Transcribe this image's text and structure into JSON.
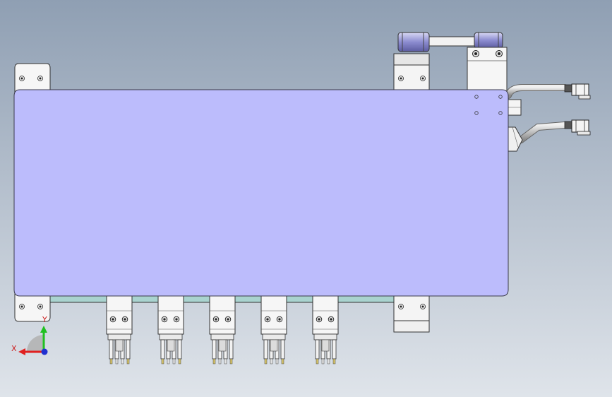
{
  "viewport": {
    "background_top": "#8f9fb3",
    "background_bottom": "#dfe4ea"
  },
  "model": {
    "plate_color": "#bcbcfc",
    "plate_stroke": "#3a3a4a",
    "metal_color": "#f4f4f4",
    "metal_shade": "#d8d8d8",
    "rail_color": "#a9d3cf",
    "pulley_color": "#9a9ad6",
    "gripper_count": 5
  },
  "triad": {
    "x_label": "X",
    "y_label": "Y",
    "x_color": "#e02020",
    "y_color": "#20c020",
    "z_color": "#2030d0",
    "label_color": "#cc2020"
  }
}
